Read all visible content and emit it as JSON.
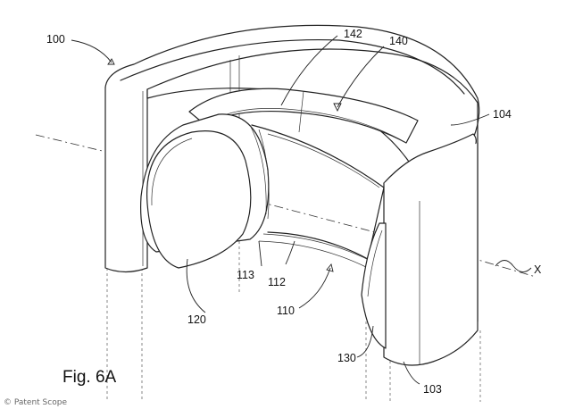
{
  "figure": {
    "caption": "Fig. 6A",
    "watermark": "© Patent Scope",
    "axis_label": "X",
    "labels": {
      "l100": "100",
      "l142": "142",
      "l140": "140",
      "l104": "104",
      "l113": "113",
      "l112": "112",
      "l110": "110",
      "l120": "120",
      "l130": "130",
      "l103": "103"
    }
  }
}
